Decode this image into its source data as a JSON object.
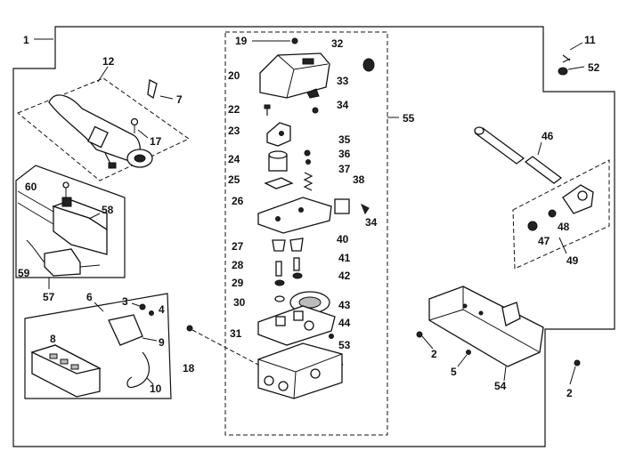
{
  "labels": {
    "p1": "1",
    "p2a": "2",
    "p2b": "2",
    "p3": "3",
    "p4": "4",
    "p5": "5",
    "p6": "6",
    "p7": "7",
    "p8": "8",
    "p9": "9",
    "p10": "10",
    "p11": "11",
    "p12": "12",
    "p17": "17",
    "p18": "18",
    "p19": "19",
    "p20": "20",
    "p22": "22",
    "p23": "23",
    "p24": "24",
    "p25": "25",
    "p26": "26",
    "p27": "27",
    "p28": "28",
    "p29": "29",
    "p30": "30",
    "p31": "31",
    "p32": "32",
    "p33": "33",
    "p34a": "34",
    "p34b": "34",
    "p35": "35",
    "p36": "36",
    "p37": "37",
    "p38": "38",
    "p40": "40",
    "p41": "41",
    "p42": "42",
    "p43": "43",
    "p44": "44",
    "p46": "46",
    "p47": "47",
    "p48": "48",
    "p49": "49",
    "p52": "52",
    "p53": "53",
    "p54": "54",
    "p55": "55",
    "p57": "57",
    "p58": "58",
    "p59": "59",
    "p60": "60"
  }
}
